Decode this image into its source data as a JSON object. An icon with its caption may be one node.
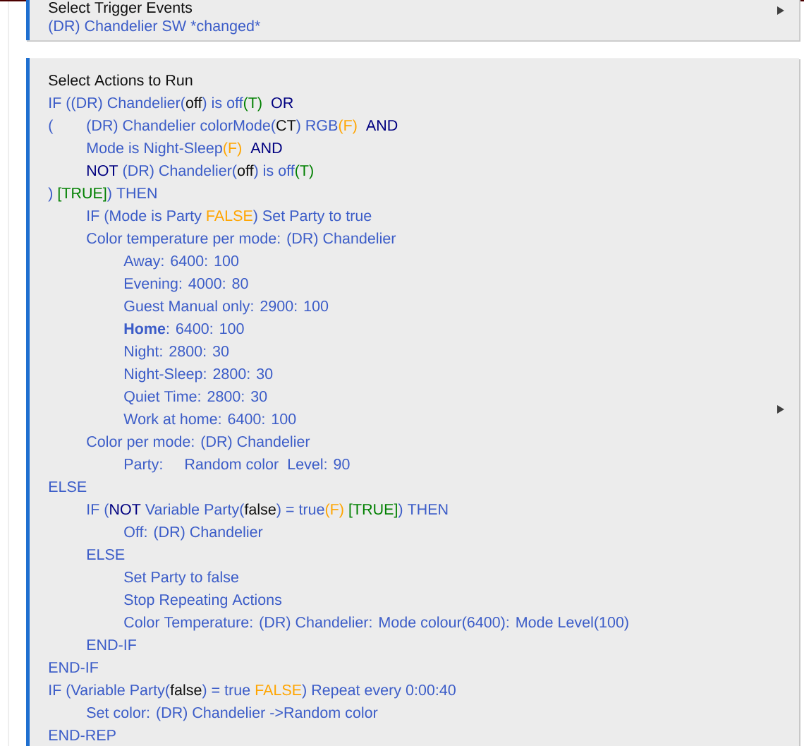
{
  "diagram": {
    "nodes": [
      {
        "text": [
          "Select Trigger Events",
          "(DR) Chandelier SW",
          "*changed",
          "*"
        ]
      },
      {
        "text": [
          "Select Actions to Run",
          "IF ((DR) Chandelier(",
          "off",
          ") is off",
          "(T)",
          "OR",
          "(",
          "(DR) Chandelier colorMode(",
          "CT",
          ") RGB",
          "(F)",
          "AND",
          "Mode is Night-Sleep",
          "(F)",
          "AND",
          "NOT",
          "(DR) Chandelier(",
          "off",
          ") is off",
          "(T)",
          ")",
          "[TRUE]",
          ") THEN",
          "IF (Mode is Party",
          "FALSE",
          ") Set Party to true",
          "Color temperature per mode: (DR) Chandelier",
          "Away: 6400: 100",
          "Evening: 4000: 80",
          "Guest Manual only: 2900: 100",
          "**Home**: 6400: 100",
          "Night: 2800: 30",
          "Night-Sleep: 2800: 30",
          "Quiet Time: 2800: 30",
          "Work at home: 6400: 100",
          "Color per mode: (DR) Chandelier",
          "Party:",
          "Random color",
          "Level: 90",
          "ELSE",
          "IF (",
          "NOT",
          "Variable Party(",
          "false",
          ") = true",
          "(F)",
          "[TRUE]",
          ") THEN",
          "Off: (DR) Chandelier",
          "ELSE",
          "Set Party to false",
          "Stop Repeating Actions",
          "Color Temperature: (DR) Chandelier: Mode colour(6400): Mode Level(100)",
          "END-IF",
          "END-IF",
          "IF (Variable Party(",
          "false",
          ") = true",
          "FALSE",
          ") Repeat every 0:00:40",
          "Set color: (DR) Chandelier ->Random color",
          "END-REP"
        ]
      }
    ]
  }
}
